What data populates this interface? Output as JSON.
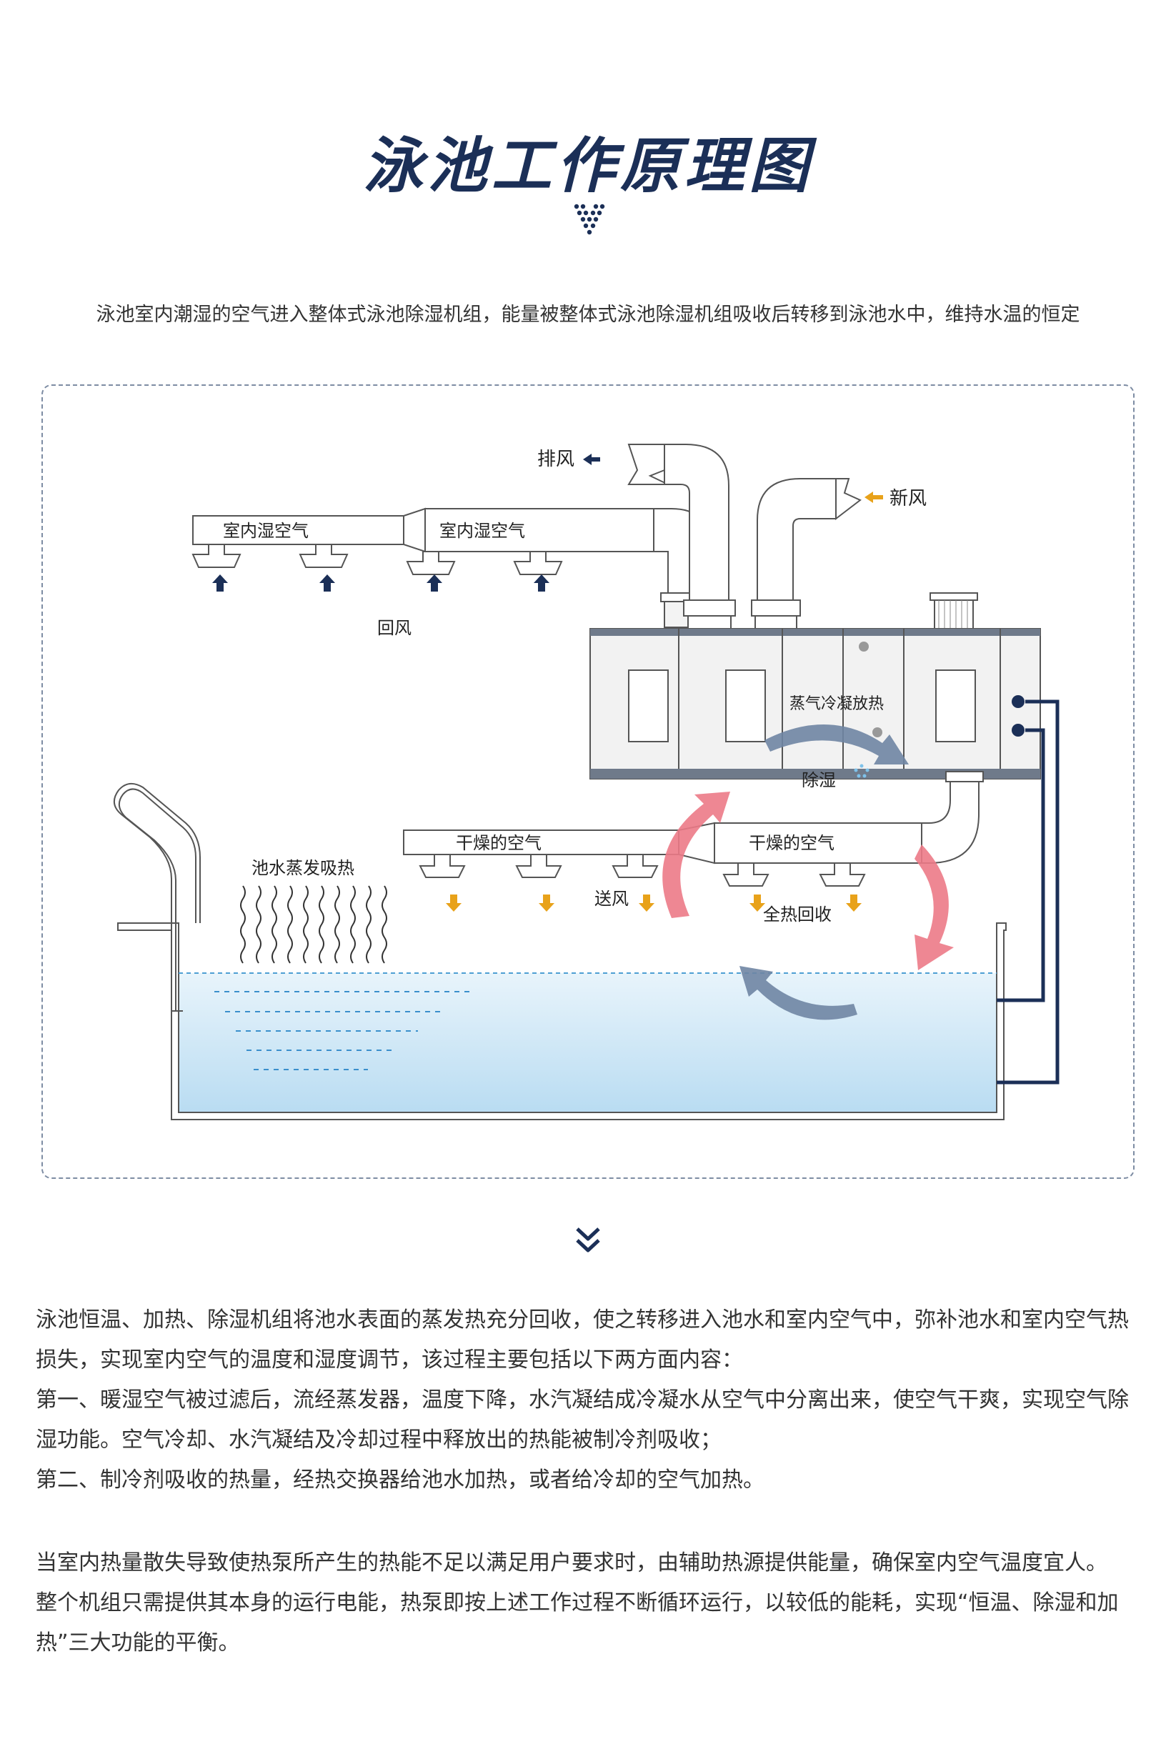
{
  "header": {
    "title": "泳池工作原理图",
    "intro": "泳池室内潮湿的空气进入整体式泳池除湿机组，能量被整体式泳池除湿机组吸收后转移到泳池水中，维持水温的恒定"
  },
  "diagram": {
    "labels": {
      "exhaust": "排风",
      "fresh_air": "新风",
      "indoor_humid_1": "室内湿空气",
      "indoor_humid_2": "室内湿空气",
      "return_air": "回风",
      "steam_condense": "蒸气冷凝放热",
      "dehumidify": "除湿",
      "dry_air_1": "干燥的空气",
      "dry_air_2": "干燥的空气",
      "pool_evap": "池水蒸发吸热",
      "supply_air": "送风",
      "heat_recovery": "全热回收"
    },
    "colors": {
      "navy": "#1b2f57",
      "pink_arrow": "#ec7a87",
      "blue_arrow": "#6f85a3",
      "orange_arrow": "#e8a21a",
      "water": "#cfe7f6"
    }
  },
  "body": {
    "p1_lines": [
      "泳池恒温、加热、除湿机组将池水表面的蒸发热充分回收，使之转移进入池水和室内空气中，弥补池水和室内空气热",
      "损失，实现室内空气的温度和湿度调节，该过程主要包括以下两方面内容：",
      "第一、暖湿空气被过滤后，流经蒸发器，温度下降，水汽凝结成冷凝水从空气中分离出来，使空气干爽，实现空气除",
      "湿功能。空气冷却、水汽凝结及冷却过程中释放出的热能被制冷剂吸收；",
      "第二、制冷剂吸收的热量，经热交换器给池水加热，或者给冷却的空气加热。"
    ],
    "p2_lines": [
      "当室内热量散失导致使热泵所产生的热能不足以满足用户要求时，由辅助热源提供能量，确保室内空气温度宜人。",
      "整个机组只需提供其本身的运行电能，热泵即按上述工作过程不断循环运行，以较低的能耗，实现“恒温、除湿和加",
      "热”三大功能的平衡。"
    ]
  }
}
